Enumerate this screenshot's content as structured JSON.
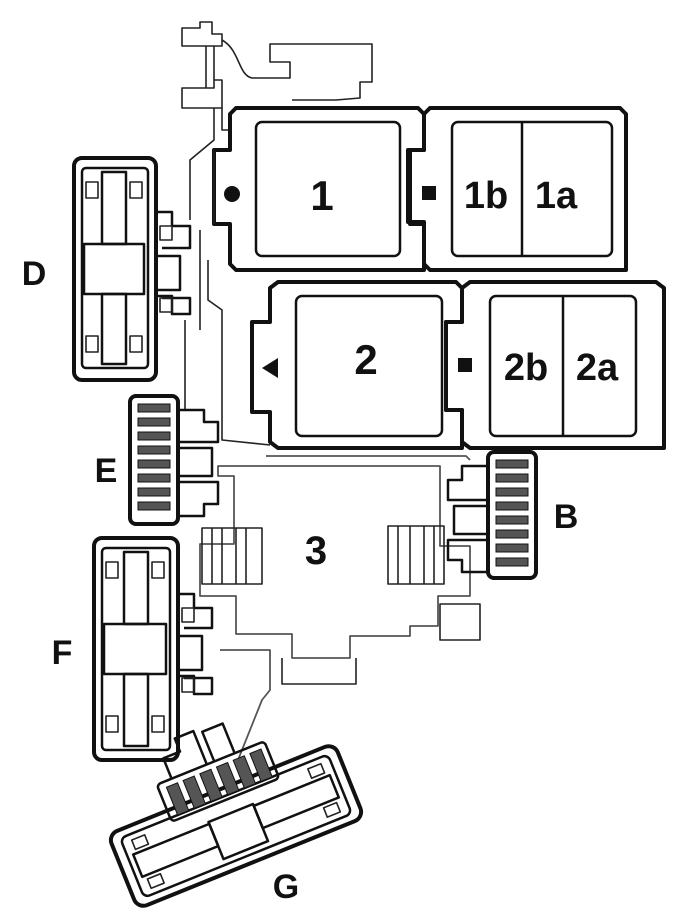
{
  "labels": {
    "relay_1": "1",
    "relay_1b": "1b",
    "relay_1a": "1a",
    "relay_2": "2",
    "relay_2b": "2b",
    "relay_2a": "2a",
    "relay_3": "3",
    "connector_d": "D",
    "connector_e": "E",
    "connector_b": "B",
    "connector_f": "F",
    "connector_g": "G"
  },
  "markers": {
    "relay_1_left": "circle",
    "relay_1_right": "square",
    "relay_2_left": "triangle",
    "relay_2_right": "square"
  },
  "colors": {
    "line": "#111111",
    "background": "#ffffff"
  }
}
